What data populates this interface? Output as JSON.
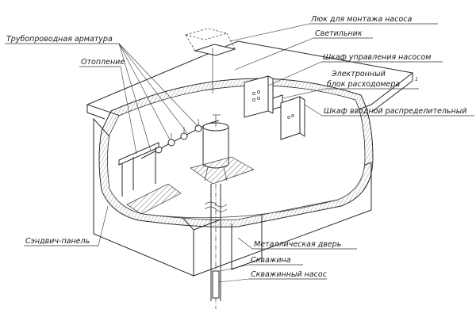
{
  "labels": {
    "hatch": "Люк для монтажа насоса",
    "lamp": "Светильник",
    "pipe_fittings": "Трубопроводная арматура",
    "pump_cabinet": "Шкаф управления насосом",
    "heating": "Отопление",
    "flowmeter_line1": "Электронный",
    "flowmeter_line2": "блок расходомера",
    "flowmeter_note": "1",
    "distribution_cabinet": "Шкаф вводной распределительный",
    "sandwich_panel": "Сэндвич-панель",
    "metal_door": "Металлическая дверь",
    "well": "Скважина",
    "well_pump": "Скважинный насос"
  }
}
